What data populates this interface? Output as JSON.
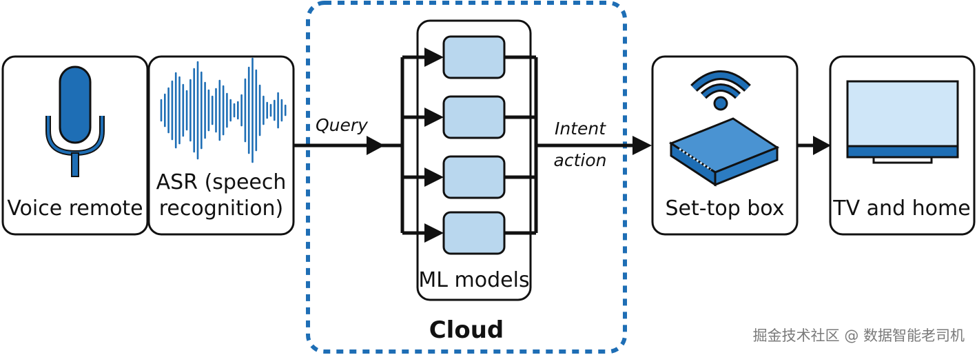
{
  "diagram": {
    "nodes": {
      "voice_remote": "Voice remote",
      "asr_line1": "ASR (speech",
      "asr_line2": "recognition)",
      "ml_models": "ML models",
      "set_top_box": "Set-top box",
      "tv_and_home": "TV and home"
    },
    "edges": {
      "query": "Query",
      "intent_line1": "Intent",
      "intent_line2": "action"
    },
    "group": {
      "cloud": "Cloud"
    },
    "watermark": "掘金技术社区 @ 数据智能老司机"
  },
  "colors": {
    "accent": "#1e6eb5",
    "accent_light": "#b9d7ee",
    "screen": "#cfe6f8",
    "stroke": "#111111"
  },
  "icons": [
    "microphone-icon",
    "waveform-icon",
    "wifi-icon",
    "set-top-box-icon",
    "tv-icon"
  ]
}
